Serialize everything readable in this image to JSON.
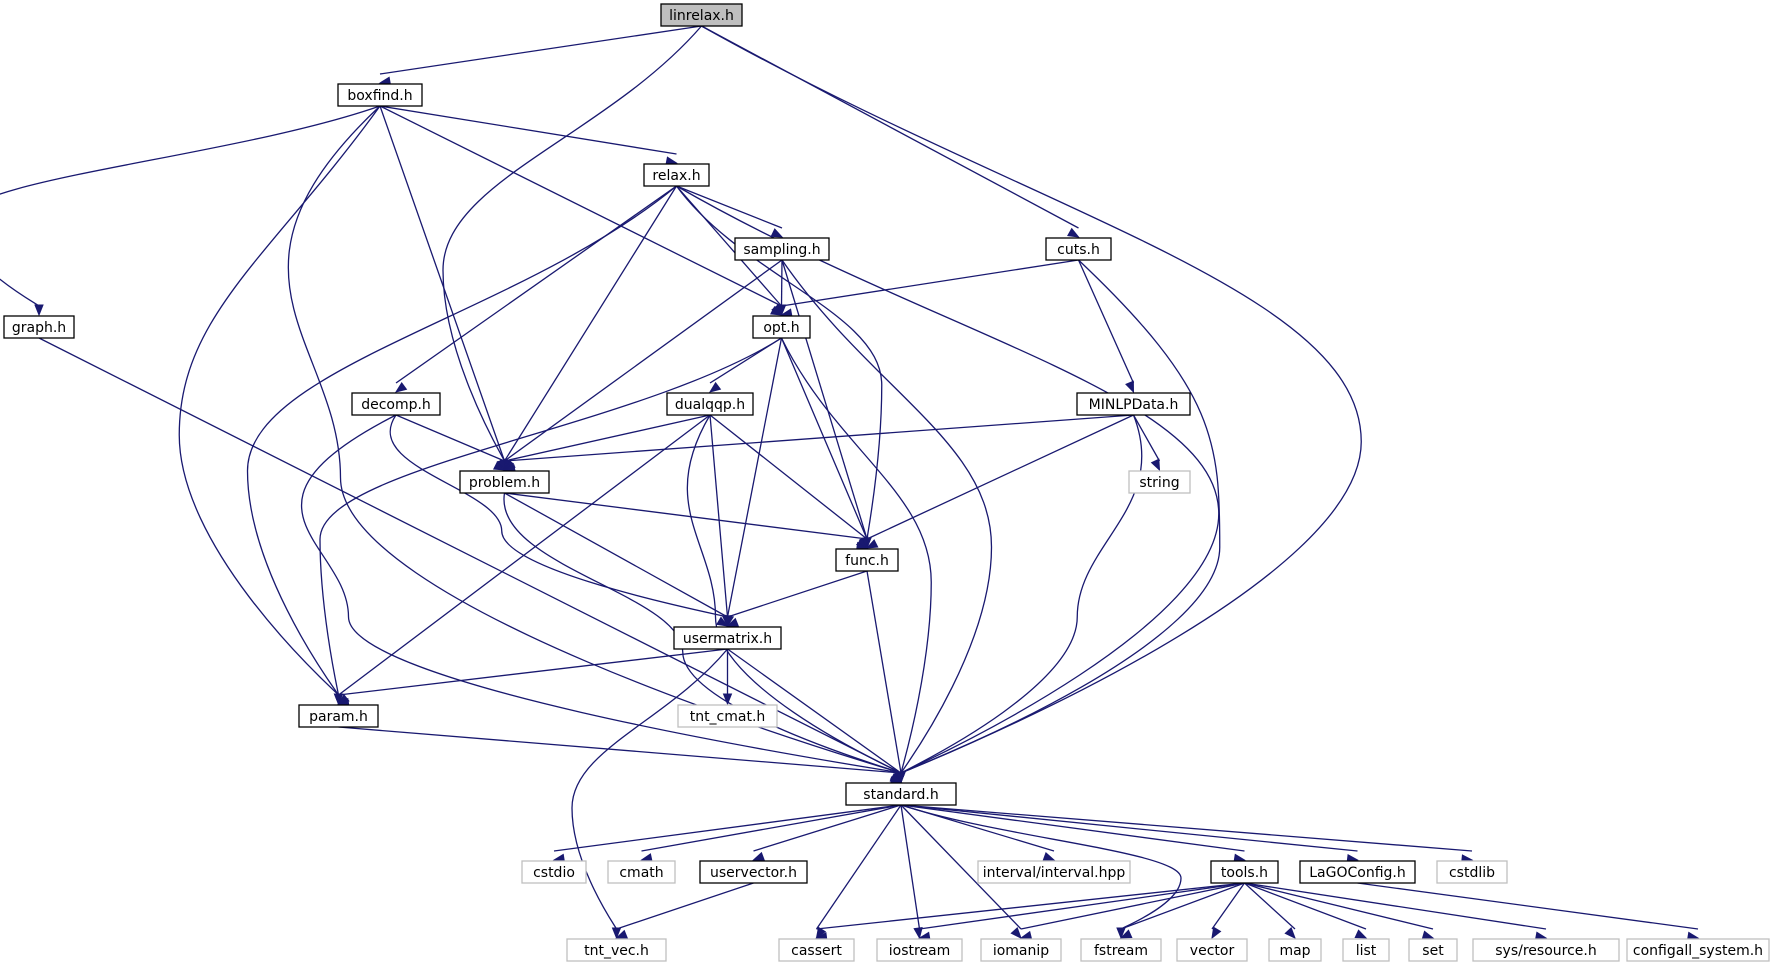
{
  "nodes": {
    "linrelax": "linrelax.h",
    "boxfind": "boxfind.h",
    "relax": "relax.h",
    "graph": "graph.h",
    "sampling": "sampling.h",
    "cuts": "cuts.h",
    "opt": "opt.h",
    "decomp": "decomp.h",
    "dualqqp": "dualqqp.h",
    "minlpdata": "MINLPData.h",
    "problem": "problem.h",
    "string": "string",
    "func": "func.h",
    "usermatrix": "usermatrix.h",
    "param": "param.h",
    "tnt_cmat": "tnt_cmat.h",
    "standard": "standard.h",
    "cstdio": "cstdio",
    "cmath": "cmath",
    "uservector": "uservector.h",
    "interval": "interval/interval.hpp",
    "tools": "tools.h",
    "lagoconfig": "LaGOConfig.h",
    "cstdlib": "cstdlib",
    "tnt_vec": "tnt_vec.h",
    "cassert": "cassert",
    "iostream": "iostream",
    "iomanip": "iomanip",
    "fstream": "fstream",
    "vector": "vector",
    "map": "map",
    "list": "list",
    "set": "set",
    "sys_resource": "sys/resource.h",
    "configall_system": "configall_system.h"
  },
  "colors": {
    "edge": "#191970",
    "node_border": "#000000",
    "external_border": "#bfbfbf",
    "root_fill": "#bfbfbf"
  }
}
